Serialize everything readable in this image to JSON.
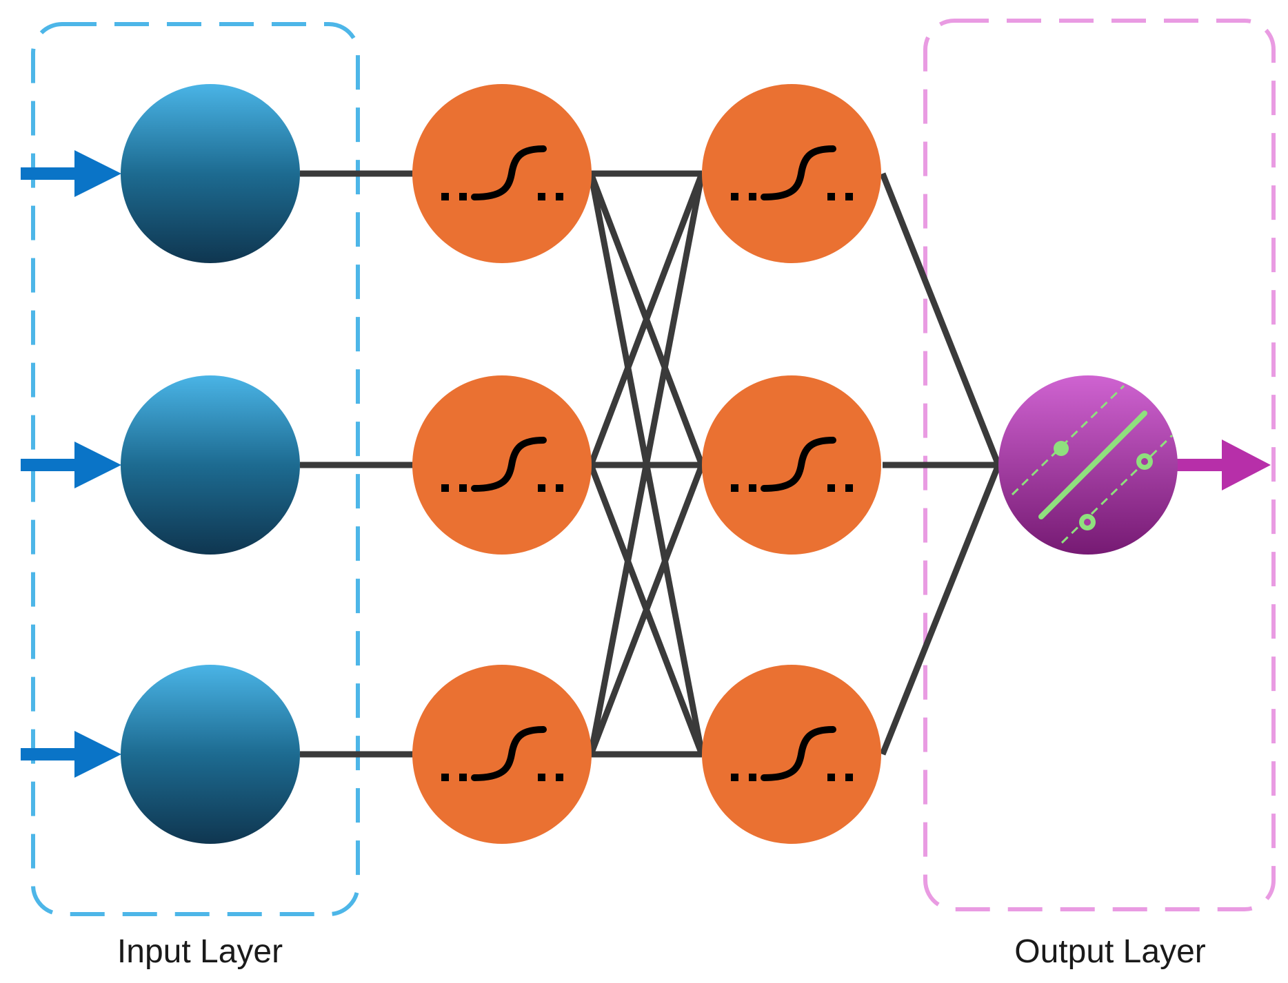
{
  "labels": {
    "input_layer": "Input Layer",
    "output_layer": "Output Layer"
  },
  "layers": {
    "input": {
      "nodes": 3,
      "type": "input"
    },
    "hidden_1": {
      "nodes": 3,
      "activation": "sigmoid"
    },
    "hidden_2": {
      "nodes": 3,
      "activation": "sigmoid"
    },
    "output": {
      "nodes": 1,
      "type": "regression"
    }
  },
  "connections": {
    "input_to_hidden_1": "one-to-one",
    "hidden_1_to_hidden_2": "fully-connected",
    "hidden_2_to_output": "fully-connected"
  },
  "icons": {
    "hidden_node": "sigmoid-curve-icon",
    "output_node": "regression-line-icon",
    "input_arrow": "arrow-right-icon",
    "output_arrow": "arrow-right-icon"
  },
  "colors": {
    "input_box": "#4db6e8",
    "output_box": "#e99be2",
    "input_node_top": "#4ab4e6",
    "input_node_mid": "#1d6b91",
    "input_node_bottom": "#0f3650",
    "hidden_node": "#ea7132",
    "output_node_top": "#cf63d1",
    "output_node_bottom": "#761a73",
    "regression_line": "#8fe07e",
    "edges": "#3a3a3a",
    "input_arrow": "#0a74c7",
    "output_arrow": "#b72fa9"
  }
}
